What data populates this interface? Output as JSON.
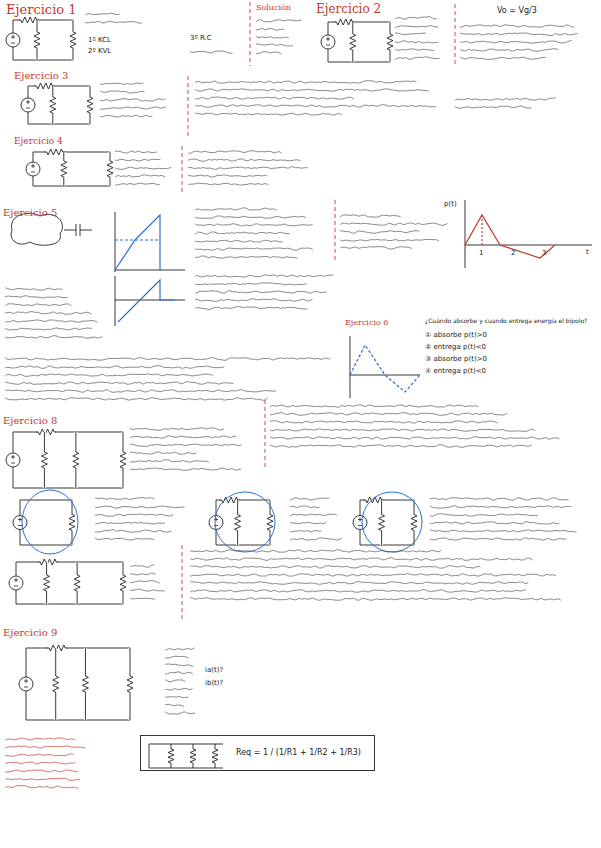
{
  "diagram": {
    "nodes": [
      {
        "text": [
          "Req = 1 / (1/R1 + 1/R2 + 1/R3)"
        ]
      }
    ],
    "labels": [
      "Ejercicio 1",
      "1º KCL",
      "2º KVL",
      "3º R.C",
      "Solución",
      "Ejercicio 2",
      "Vo = Vg/3",
      "Ejercicio 3",
      "Ejercicio 4",
      "Ejercicio 5",
      "p(t)",
      "1",
      "2",
      "3",
      "t",
      "Ejercicio 6",
      "¿Cuándo absorbe y cuando entrega energía el bipolo?",
      "① absorbe p(t)>0",
      "② entrega p(t)<0",
      "③ absorbe p(t)>0",
      "④ entrega p(t)<0",
      "Ejercicio 8",
      "Ejercicio 9",
      "ia(t)?",
      "ib(t)?"
    ]
  }
}
